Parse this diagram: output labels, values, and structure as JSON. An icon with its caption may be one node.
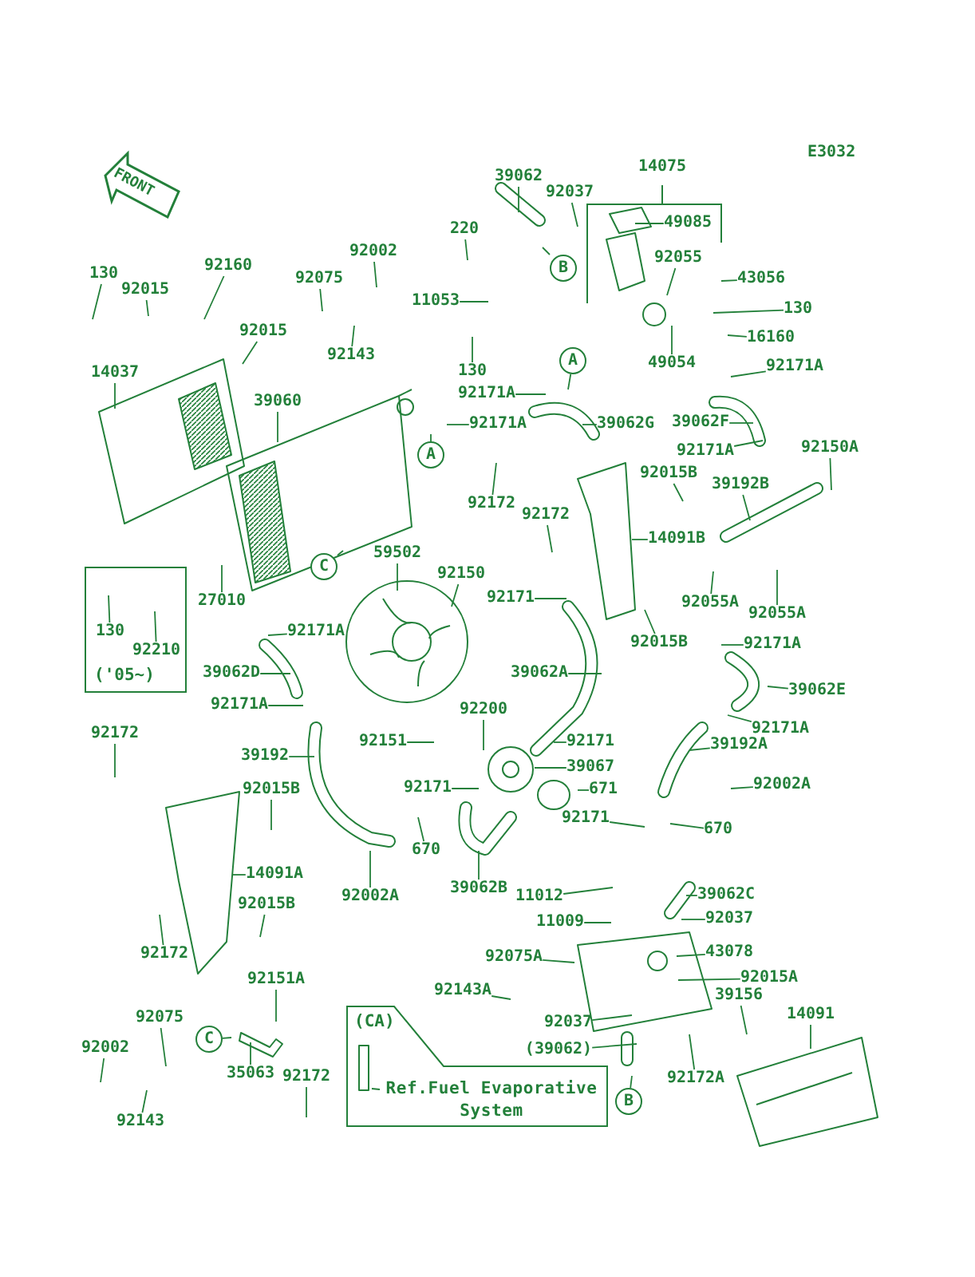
{
  "diagram": {
    "nodes": [
      {
        "text": [
          "130"
        ]
      },
      {
        "text": [
          "92015"
        ]
      },
      {
        "text": [
          "92160"
        ]
      },
      {
        "text": [
          "92075"
        ]
      },
      {
        "text": [
          "92002"
        ]
      },
      {
        "text": [
          "92143"
        ]
      },
      {
        "text": [
          "92015"
        ]
      },
      {
        "text": [
          "14037"
        ]
      },
      {
        "text": [
          "39060"
        ]
      },
      {
        "text": [
          "220"
        ]
      },
      {
        "text": [
          "11053"
        ]
      },
      {
        "text": [
          "130"
        ]
      },
      {
        "text": [
          "39062"
        ]
      },
      {
        "text": [
          "92037"
        ]
      },
      {
        "text": [
          "14075"
        ]
      },
      {
        "text": [
          "49085"
        ]
      },
      {
        "text": [
          "B"
        ]
      },
      {
        "text": [
          "92055"
        ]
      },
      {
        "text": [
          "43056"
        ]
      },
      {
        "text": [
          "130"
        ]
      },
      {
        "text": [
          "16160"
        ]
      },
      {
        "text": [
          "49054"
        ]
      },
      {
        "text": [
          "92171A"
        ]
      },
      {
        "text": [
          "A"
        ]
      },
      {
        "text": [
          "92171A"
        ]
      },
      {
        "text": [
          "92171A"
        ]
      },
      {
        "text": [
          "39062G"
        ]
      },
      {
        "text": [
          "39062F"
        ]
      },
      {
        "text": [
          "A"
        ]
      },
      {
        "text": [
          "92171A"
        ]
      },
      {
        "text": [
          "92150A"
        ]
      },
      {
        "text": [
          "92015B"
        ]
      },
      {
        "text": [
          "39192B"
        ]
      },
      {
        "text": [
          "92172"
        ]
      },
      {
        "text": [
          "92172"
        ]
      },
      {
        "text": [
          "14091B"
        ]
      },
      {
        "text": [
          "27010"
        ]
      },
      {
        "text": [
          "C"
        ]
      },
      {
        "text": [
          "59502"
        ]
      },
      {
        "text": [
          "92150"
        ]
      },
      {
        "text": [
          "92171"
        ]
      },
      {
        "text": [
          "92055A"
        ]
      },
      {
        "text": [
          "92055A"
        ]
      },
      {
        "text": [
          "('05~)"
        ]
      },
      {
        "text": [
          "130"
        ],
        "in": 43
      },
      {
        "text": [
          "92210"
        ],
        "in": 43
      },
      {
        "text": [
          "92171A"
        ]
      },
      {
        "text": [
          "39062D"
        ]
      },
      {
        "text": [
          "39062A"
        ]
      },
      {
        "text": [
          "92015B"
        ]
      },
      {
        "text": [
          "92171A"
        ]
      },
      {
        "text": [
          "39062E"
        ]
      },
      {
        "text": [
          "92171A"
        ]
      },
      {
        "text": [
          "92200"
        ]
      },
      {
        "text": [
          "92171A"
        ]
      },
      {
        "text": [
          "92172"
        ]
      },
      {
        "text": [
          "92151"
        ]
      },
      {
        "text": [
          "92171"
        ]
      },
      {
        "text": [
          "39192"
        ]
      },
      {
        "text": [
          "39192A"
        ]
      },
      {
        "text": [
          "39067"
        ]
      },
      {
        "text": [
          "92002A"
        ]
      },
      {
        "text": [
          "92171"
        ]
      },
      {
        "text": [
          "671"
        ]
      },
      {
        "text": [
          "92015B"
        ]
      },
      {
        "text": [
          "670"
        ]
      },
      {
        "text": [
          "92171"
        ]
      },
      {
        "text": [
          "670"
        ]
      },
      {
        "text": [
          "14091A"
        ]
      },
      {
        "text": [
          "39062B"
        ]
      },
      {
        "text": [
          "92002A"
        ]
      },
      {
        "text": [
          "11012"
        ]
      },
      {
        "text": [
          "39062C"
        ]
      },
      {
        "text": [
          "92015B"
        ]
      },
      {
        "text": [
          "11009"
        ]
      },
      {
        "text": [
          "92037"
        ]
      },
      {
        "text": [
          "92172"
        ]
      },
      {
        "text": [
          "43078"
        ]
      },
      {
        "text": [
          "92075A"
        ]
      },
      {
        "text": [
          "92151A"
        ]
      },
      {
        "text": [
          "92015A"
        ]
      },
      {
        "text": [
          "92143A"
        ]
      },
      {
        "text": [
          "39156"
        ]
      },
      {
        "text": [
          "14091"
        ]
      },
      {
        "text": [
          "(CA)"
        ]
      },
      {
        "text": [
          "Ref.Fuel Evaporative System"
        ],
        "in": 84
      },
      {
        "text": [
          "92075"
        ]
      },
      {
        "text": [
          "92037"
        ]
      },
      {
        "text": [
          "C"
        ]
      },
      {
        "text": [
          "35063"
        ]
      },
      {
        "text": [
          "92002"
        ]
      },
      {
        "text": [
          "92172A"
        ]
      },
      {
        "text": [
          "92172"
        ]
      },
      {
        "text": [
          "(39062)"
        ]
      },
      {
        "text": [
          "B"
        ]
      },
      {
        "text": [
          "92143"
        ]
      }
    ],
    "edges": [
      {
        "from": 0,
        "to": null,
        "arrow": "none"
      },
      {
        "from": 1,
        "to": null,
        "arrow": "none"
      },
      {
        "from": 2,
        "to": null,
        "arrow": "none"
      },
      {
        "from": 3,
        "to": null,
        "arrow": "none"
      },
      {
        "from": 4,
        "to": null,
        "arrow": "none"
      },
      {
        "from": 5,
        "to": null,
        "arrow": "none"
      },
      {
        "from": 6,
        "to": null,
        "arrow": "none"
      },
      {
        "from": 7,
        "to": null,
        "arrow": "none"
      },
      {
        "from": 8,
        "to": null,
        "arrow": "none"
      },
      {
        "from": 9,
        "to": null,
        "arrow": "none"
      },
      {
        "from": 10,
        "to": null,
        "arrow": "none"
      },
      {
        "from": 11,
        "to": null,
        "arrow": "none"
      },
      {
        "from": 12,
        "to": null,
        "arrow": "none"
      },
      {
        "from": 13,
        "to": null,
        "arrow": "none"
      },
      {
        "from": 15,
        "to": null,
        "arrow": "none"
      },
      {
        "from": 16,
        "to": null,
        "arrow": "none"
      },
      {
        "from": 17,
        "to": null,
        "arrow": "none"
      },
      {
        "from": 18,
        "to": null,
        "arrow": "none"
      },
      {
        "from": 19,
        "to": null,
        "arrow": "none"
      },
      {
        "from": 20,
        "to": null,
        "arrow": "none"
      },
      {
        "from": 21,
        "to": null,
        "arrow": "none"
      },
      {
        "from": 22,
        "to": null,
        "arrow": "none"
      },
      {
        "from": 23,
        "to": null,
        "arrow": "none"
      },
      {
        "from": 24,
        "to": null,
        "arrow": "none"
      },
      {
        "from": 25,
        "to": null,
        "arrow": "none"
      },
      {
        "from": 26,
        "to": null,
        "arrow": "none"
      },
      {
        "from": 27,
        "to": null,
        "arrow": "none"
      },
      {
        "from": 28,
        "to": null,
        "arrow": "none"
      },
      {
        "from": 29,
        "to": null,
        "arrow": "none"
      },
      {
        "from": 30,
        "to": null,
        "arrow": "none"
      },
      {
        "from": 31,
        "to": null,
        "arrow": "none"
      },
      {
        "from": 32,
        "to": null,
        "arrow": "none"
      },
      {
        "from": 33,
        "to": null,
        "arrow": "none"
      },
      {
        "from": 34,
        "to": null,
        "arrow": "none"
      },
      {
        "from": 35,
        "to": null,
        "arrow": "none"
      },
      {
        "from": 36,
        "to": null,
        "arrow": "none"
      },
      {
        "from": 37,
        "to": null,
        "arrow": "none"
      },
      {
        "from": 38,
        "to": null,
        "arrow": "none"
      },
      {
        "from": 39,
        "to": null,
        "arrow": "none"
      },
      {
        "from": 40,
        "to": null,
        "arrow": "none"
      },
      {
        "from": 41,
        "to": null,
        "arrow": "none"
      },
      {
        "from": 42,
        "to": null,
        "arrow": "none"
      },
      {
        "from": 44,
        "to": null,
        "arrow": "none"
      },
      {
        "from": 45,
        "to": null,
        "arrow": "none"
      },
      {
        "from": 46,
        "to": null,
        "arrow": "none"
      },
      {
        "from": 47,
        "to": null,
        "arrow": "none"
      },
      {
        "from": 48,
        "to": null,
        "arrow": "none"
      },
      {
        "from": 49,
        "to": null,
        "arrow": "none"
      },
      {
        "from": 50,
        "to": null,
        "arrow": "none"
      },
      {
        "from": 51,
        "to": null,
        "arrow": "none"
      },
      {
        "from": 52,
        "to": null,
        "arrow": "none"
      },
      {
        "from": 53,
        "to": null,
        "arrow": "none"
      },
      {
        "from": 54,
        "to": null,
        "arrow": "none"
      },
      {
        "from": 55,
        "to": null,
        "arrow": "none"
      },
      {
        "from": 56,
        "to": null,
        "arrow": "none"
      },
      {
        "from": 57,
        "to": null,
        "arrow": "none"
      },
      {
        "from": 58,
        "to": null,
        "arrow": "none"
      },
      {
        "from": 59,
        "to": null,
        "arrow": "none"
      },
      {
        "from": 60,
        "to": null,
        "arrow": "none"
      },
      {
        "from": 61,
        "to": null,
        "arrow": "none"
      },
      {
        "from": 62,
        "to": null,
        "arrow": "none"
      },
      {
        "from": 63,
        "to": null,
        "arrow": "none"
      },
      {
        "from": 64,
        "to": null,
        "arrow": "none"
      },
      {
        "from": 65,
        "to": null,
        "arrow": "none"
      },
      {
        "from": 66,
        "to": null,
        "arrow": "none"
      },
      {
        "from": 67,
        "to": null,
        "arrow": "none"
      },
      {
        "from": 68,
        "to": null,
        "arrow": "none"
      },
      {
        "from": 69,
        "to": null,
        "arrow": "none"
      },
      {
        "from": 70,
        "to": null,
        "arrow": "none"
      },
      {
        "from": 71,
        "to": null,
        "arrow": "none"
      },
      {
        "from": 72,
        "to": null,
        "arrow": "none"
      },
      {
        "from": 73,
        "to": null,
        "arrow": "none"
      },
      {
        "from": 74,
        "to": null,
        "arrow": "none"
      },
      {
        "from": 75,
        "to": null,
        "arrow": "none"
      },
      {
        "from": 76,
        "to": null,
        "arrow": "none"
      },
      {
        "from": 77,
        "to": null,
        "arrow": "none"
      },
      {
        "from": 78,
        "to": null,
        "arrow": "none"
      },
      {
        "from": 79,
        "to": null,
        "arrow": "none"
      },
      {
        "from": 80,
        "to": null,
        "arrow": "none"
      },
      {
        "from": 81,
        "to": null,
        "arrow": "none"
      },
      {
        "from": 82,
        "to": null,
        "arrow": "none"
      },
      {
        "from": 83,
        "to": null,
        "arrow": "none"
      },
      {
        "from": 85,
        "to": null,
        "arrow": "none"
      },
      {
        "from": 86,
        "to": null,
        "arrow": "none"
      },
      {
        "from": 87,
        "to": null,
        "arrow": "none"
      },
      {
        "from": 88,
        "to": null,
        "arrow": "none"
      },
      {
        "from": 89,
        "to": null,
        "arrow": "none"
      },
      {
        "from": 90,
        "to": null,
        "arrow": "none"
      },
      {
        "from": 91,
        "to": null,
        "arrow": "none"
      },
      {
        "from": 92,
        "to": null,
        "arrow": "none"
      },
      {
        "from": 93,
        "to": null,
        "arrow": "none"
      },
      {
        "from": 94,
        "to": null,
        "arrow": "none"
      },
      {
        "from": 95,
        "to": null,
        "arrow": "none"
      }
    ],
    "labels": [
      "E3032",
      "FRONT"
    ]
  }
}
